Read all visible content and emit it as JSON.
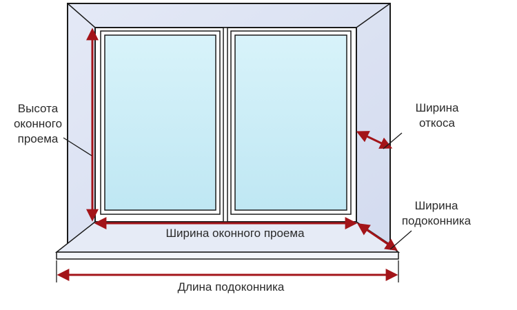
{
  "labels": {
    "opening_height": [
      "Высота",
      "оконного",
      "проема"
    ],
    "reveal_width": [
      "Ширина",
      "откоса"
    ],
    "sill_width": [
      "Ширина",
      "подоконника"
    ],
    "opening_width": "Ширина оконного проема",
    "sill_length": "Длина подоконника"
  },
  "colors": {
    "arrow": "#a31419",
    "outline": "#1a1a1a",
    "glass": "#c8ecf5",
    "wall": "#dde3f2",
    "frame": "#ffffff"
  }
}
